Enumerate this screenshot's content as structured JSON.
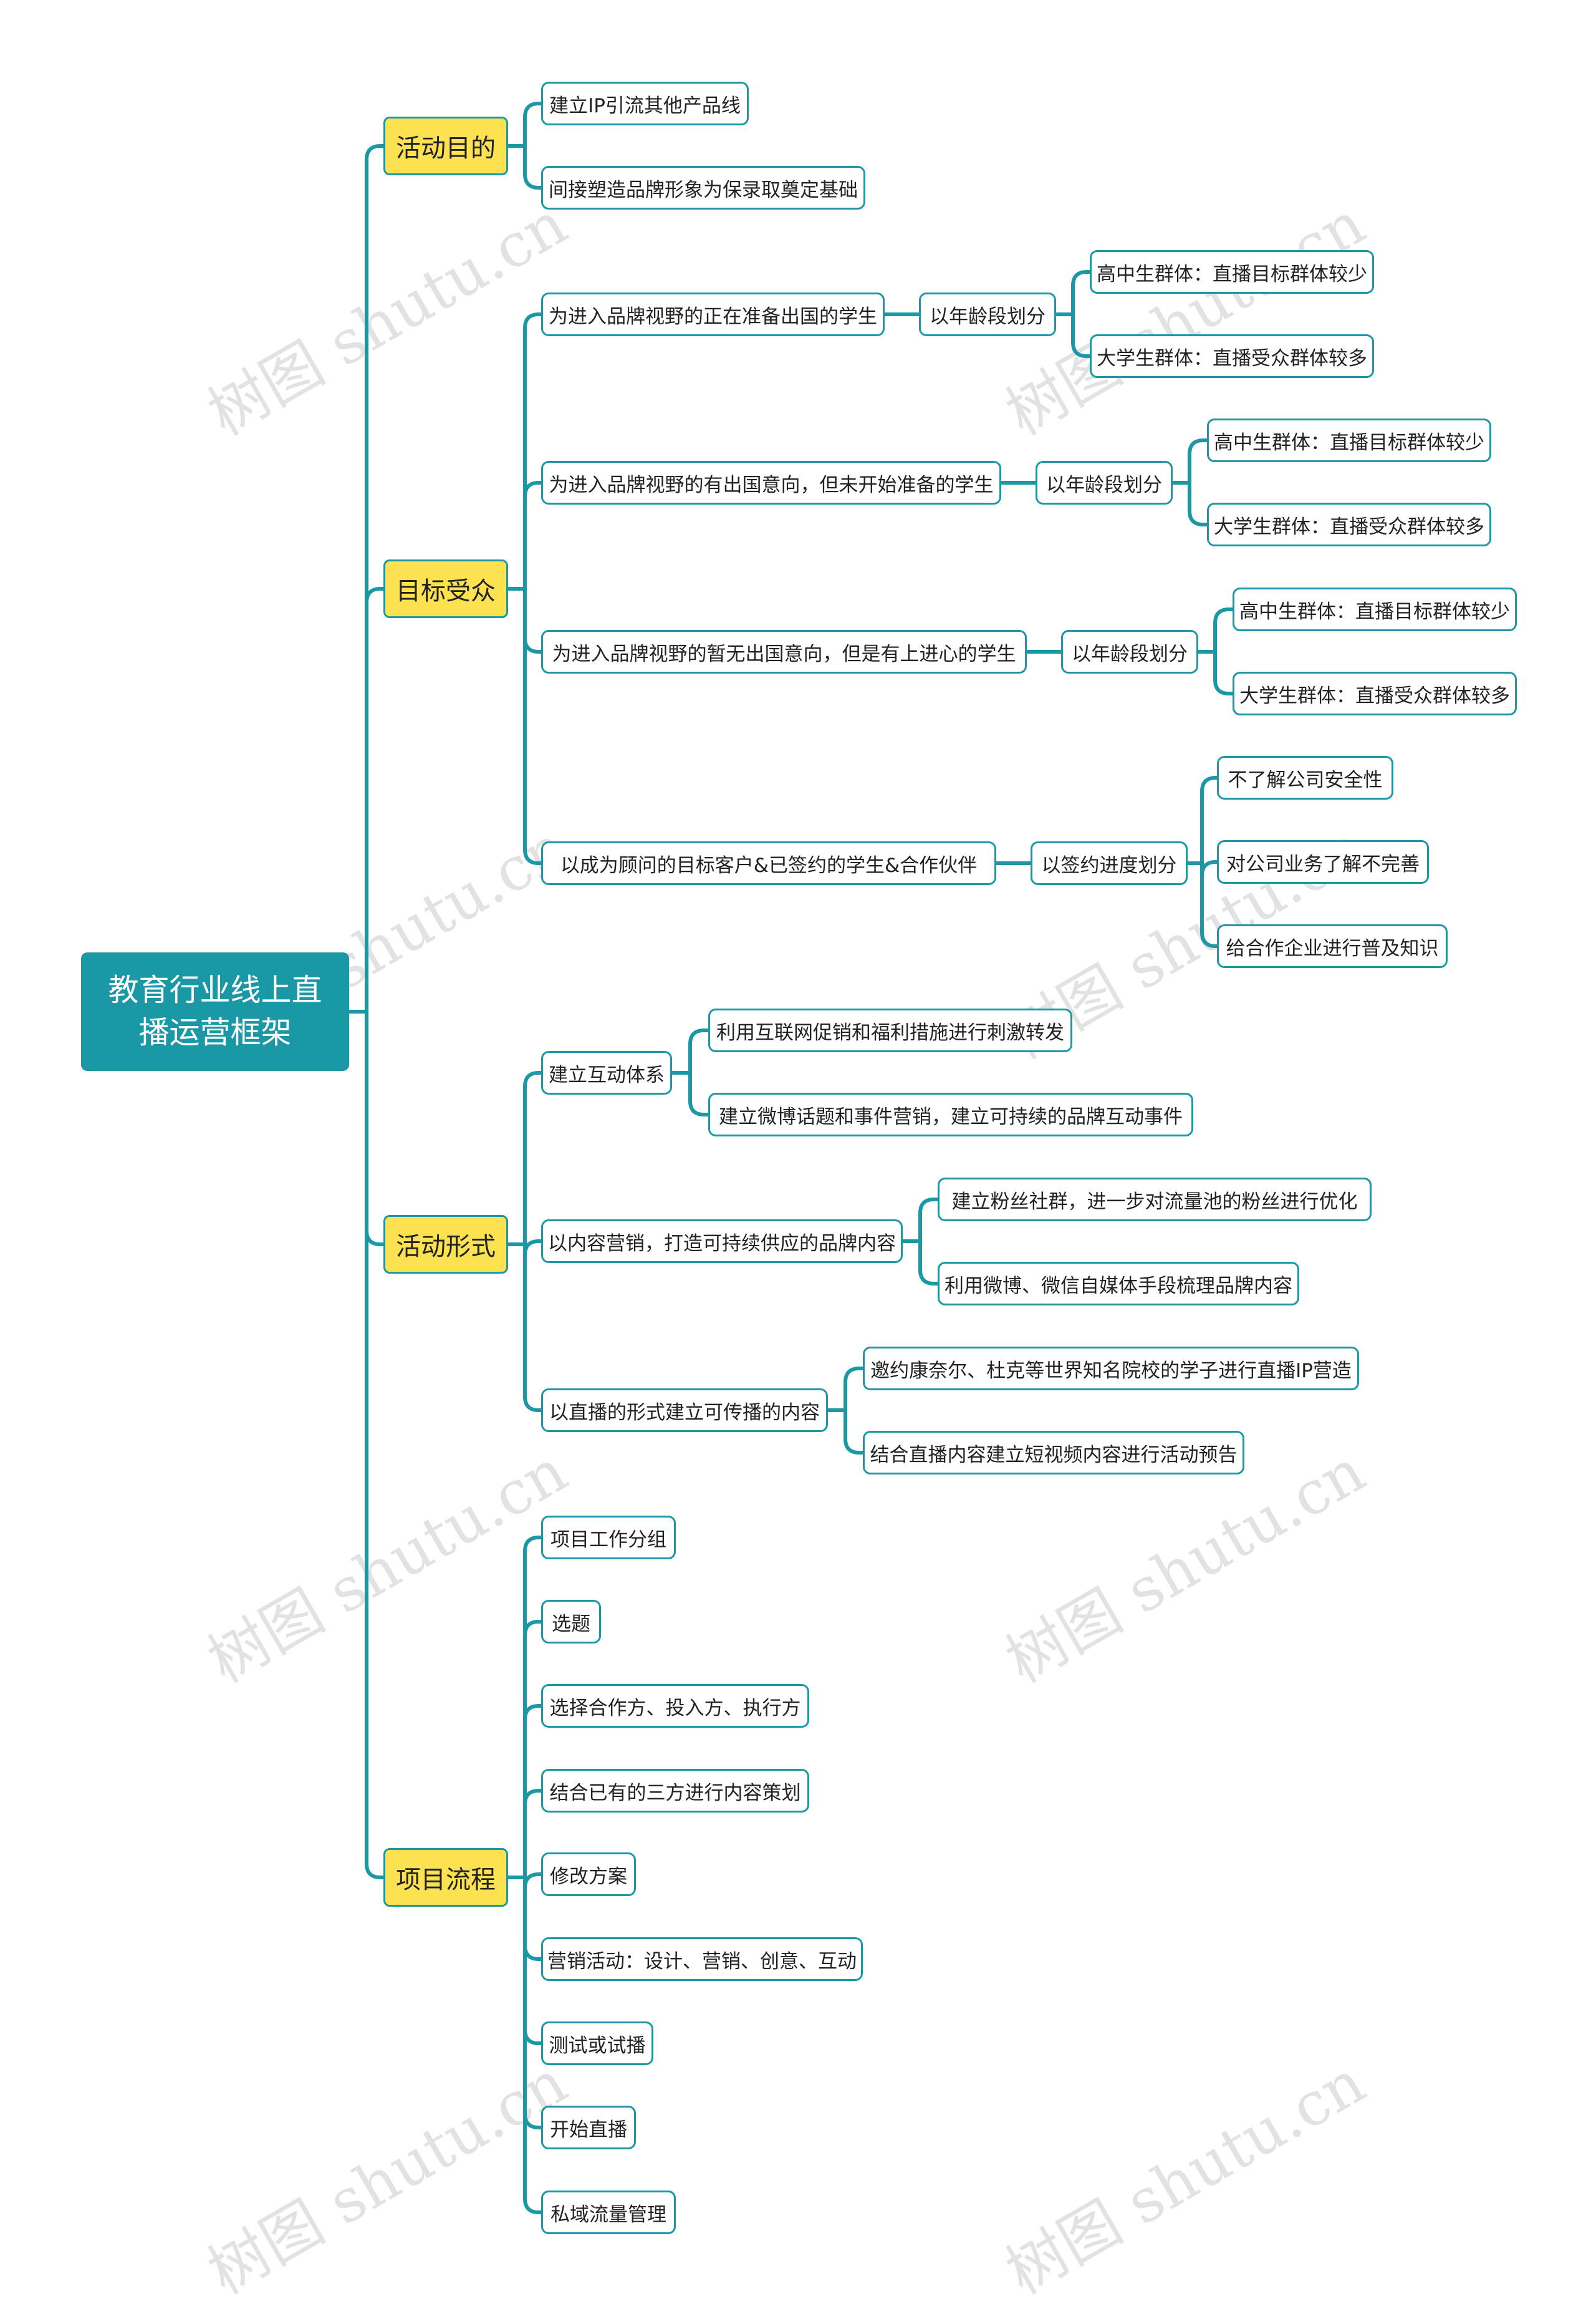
{
  "root": {
    "title": "教育行业线上直播运营框架"
  },
  "watermark": "树图 shutu.cn",
  "colors": {
    "line": "#1a98a6",
    "root_bg": "#1a98a6",
    "level1_bg": "#fce250",
    "node_border": "#1a98a6"
  },
  "branches": [
    {
      "label": "活动目的",
      "children": [
        {
          "label": "建立IP引流其他产品线"
        },
        {
          "label": "间接塑造品牌形象为保录取奠定基础"
        }
      ]
    },
    {
      "label": "目标受众",
      "children": [
        {
          "label": "为进入品牌视野的正在准备出国的学生",
          "children": [
            {
              "label": "以年龄段划分",
              "children": [
                {
                  "label": "高中生群体：直播目标群体较少"
                },
                {
                  "label": "大学生群体：直播受众群体较多"
                }
              ]
            }
          ]
        },
        {
          "label": "为进入品牌视野的有出国意向，但未开始准备的学生",
          "children": [
            {
              "label": "以年龄段划分",
              "children": [
                {
                  "label": "高中生群体：直播目标群体较少"
                },
                {
                  "label": "大学生群体：直播受众群体较多"
                }
              ]
            }
          ]
        },
        {
          "label": "为进入品牌视野的暂无出国意向，但是有上进心的学生",
          "children": [
            {
              "label": "以年龄段划分",
              "children": [
                {
                  "label": "高中生群体：直播目标群体较少"
                },
                {
                  "label": "大学生群体：直播受众群体较多"
                }
              ]
            }
          ]
        },
        {
          "label": "以成为顾问的目标客户&已签约的学生&合作伙伴",
          "children": [
            {
              "label": "以签约进度划分",
              "children": [
                {
                  "label": "不了解公司安全性"
                },
                {
                  "label": "对公司业务了解不完善"
                },
                {
                  "label": "给合作企业进行普及知识"
                }
              ]
            }
          ]
        }
      ]
    },
    {
      "label": "活动形式",
      "children": [
        {
          "label": "建立互动体系",
          "children": [
            {
              "label": "利用互联网促销和福利措施进行刺激转发"
            },
            {
              "label": "建立微博话题和事件营销，建立可持续的品牌互动事件"
            }
          ]
        },
        {
          "label": "以内容营销，打造可持续供应的品牌内容",
          "children": [
            {
              "label": "建立粉丝社群，进一步对流量池的粉丝进行优化"
            },
            {
              "label": "利用微博、微信自媒体手段梳理品牌内容"
            }
          ]
        },
        {
          "label": "以直播的形式建立可传播的内容",
          "children": [
            {
              "label": "邀约康奈尔、杜克等世界知名院校的学子进行直播IP营造"
            },
            {
              "label": "结合直播内容建立短视频内容进行活动预告"
            }
          ]
        }
      ]
    },
    {
      "label": "项目流程",
      "children": [
        {
          "label": "项目工作分组"
        },
        {
          "label": "选题"
        },
        {
          "label": "选择合作方、投入方、执行方"
        },
        {
          "label": "结合已有的三方进行内容策划"
        },
        {
          "label": "修改方案"
        },
        {
          "label": "营销活动：设计、营销、创意、互动"
        },
        {
          "label": "测试或试播"
        },
        {
          "label": "开始直播"
        },
        {
          "label": "私域流量管理"
        }
      ]
    }
  ]
}
